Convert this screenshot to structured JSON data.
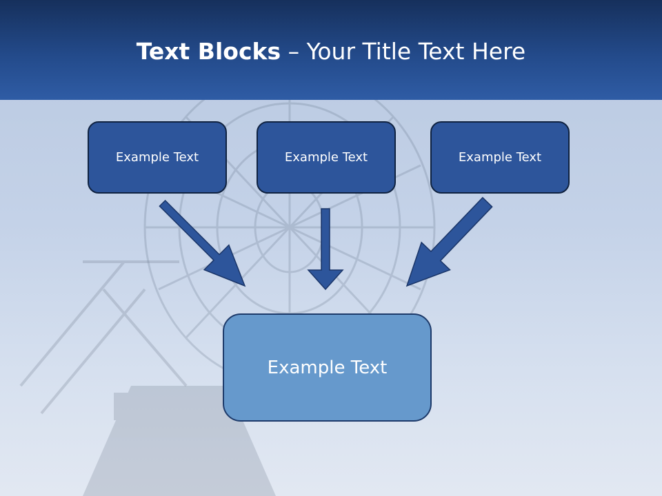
{
  "title": {
    "bold": "Text Blocks",
    "dash": " – ",
    "rest": "Your Title Text Here"
  },
  "boxes": {
    "left": "Example Text",
    "center": "Example Text",
    "right": "Example Text",
    "bottom": "Example Text"
  },
  "colors": {
    "header_dark": "#16305c",
    "header_light": "#2f5ca5",
    "box_fill": "#2d559b",
    "box_border": "#0f2240",
    "target_fill": "#6699cc",
    "arrow_fill": "#2d559b"
  }
}
